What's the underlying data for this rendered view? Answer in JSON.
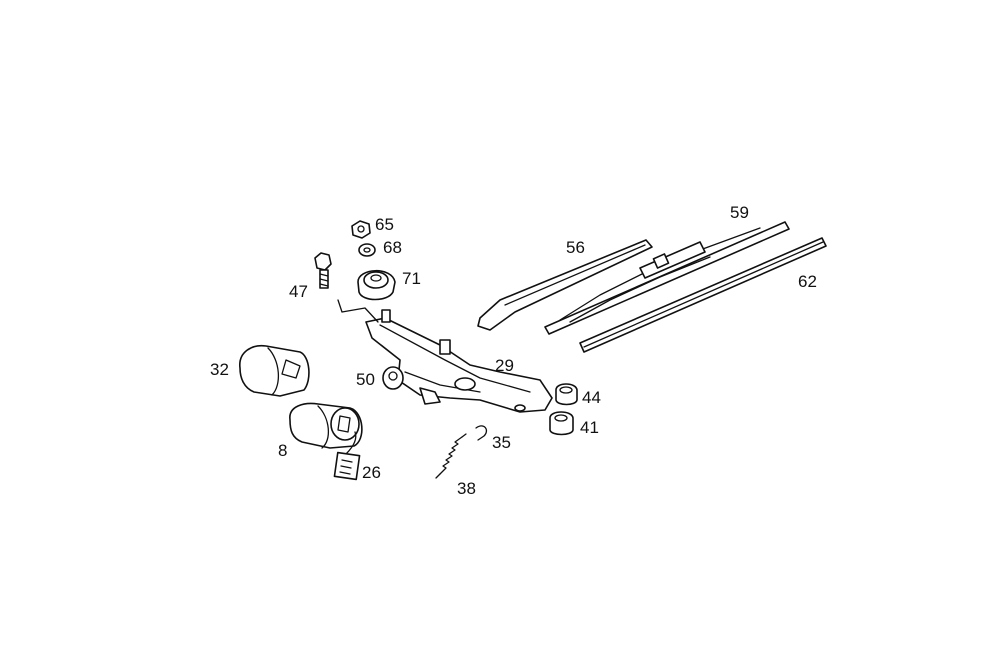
{
  "callouts": {
    "p8": "8",
    "p26": "26",
    "p29": "29",
    "p32": "32",
    "p35": "35",
    "p38": "38",
    "p41": "41",
    "p44": "44",
    "p47": "47",
    "p50": "50",
    "p56": "56",
    "p59": "59",
    "p62": "62",
    "p65": "65",
    "p68": "68",
    "p71": "71"
  }
}
